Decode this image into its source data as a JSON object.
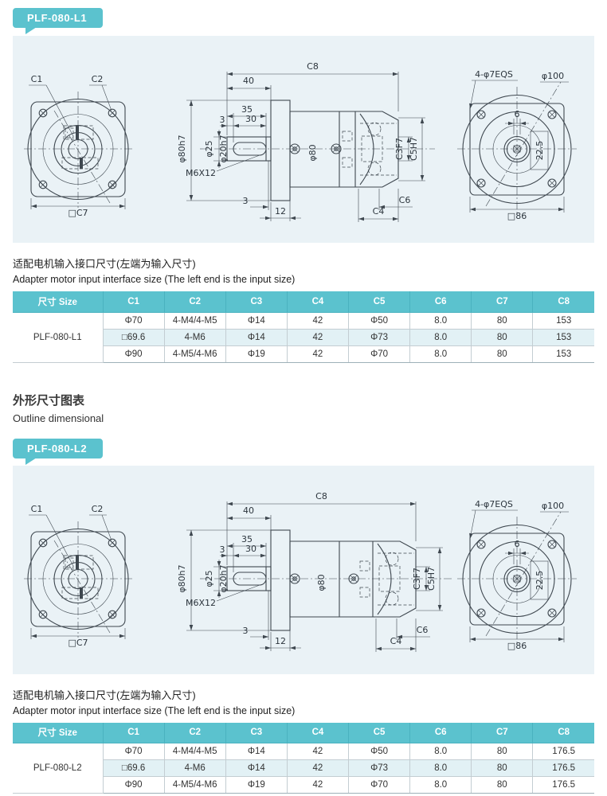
{
  "colors": {
    "teal": "#5bc2ce",
    "panel_bg": "#eaf2f6",
    "row_alt": "#e2f1f5",
    "line": "#3e474f"
  },
  "heading": {
    "zh": "外形尺寸图表",
    "en": "Outline dimensional"
  },
  "note": {
    "zh": "适配电机输入接口尺寸(左端为输入尺寸)",
    "en": "Adapter motor input interface size (The left end is the input size)"
  },
  "drawing_labels": {
    "c1": "C1",
    "c2": "C2",
    "c7": "□C7",
    "c8": "C8",
    "d40": "40",
    "d35": "35",
    "d30": "30",
    "d3": "3",
    "d12": "12",
    "phi80h7": "φ80h7",
    "phi25": "φ25",
    "phi20h7": "φ20h7",
    "m6x12": "M6X12",
    "phi80": "φ80",
    "c3f7": "C3F7",
    "c5h7": "C5H7",
    "c4": "C4",
    "c6": "C6",
    "eqs": "4-φ7EQS",
    "phi100": "φ100",
    "d6": "6",
    "d225": "22.5",
    "sq86": "□86"
  },
  "sections": [
    {
      "badge": "PLF-080-L1",
      "table": {
        "headers": [
          "尺寸 Size",
          "C1",
          "C2",
          "C3",
          "C4",
          "C5",
          "C6",
          "C7",
          "C8"
        ],
        "row_label": "PLF-080-L1",
        "rows": [
          [
            "Φ70",
            "4-M4/4-M5",
            "Φ14",
            "42",
            "Φ50",
            "8.0",
            "80",
            "153"
          ],
          [
            "□69.6",
            "4-M6",
            "Φ14",
            "42",
            "Φ73",
            "8.0",
            "80",
            "153"
          ],
          [
            "Φ90",
            "4-M5/4-M6",
            "Φ19",
            "42",
            "Φ70",
            "8.0",
            "80",
            "153"
          ]
        ]
      }
    },
    {
      "badge": "PLF-080-L2",
      "table": {
        "headers": [
          "尺寸 Size",
          "C1",
          "C2",
          "C3",
          "C4",
          "C5",
          "C6",
          "C7",
          "C8"
        ],
        "row_label": "PLF-080-L2",
        "rows": [
          [
            "Φ70",
            "4-M4/4-M5",
            "Φ14",
            "42",
            "Φ50",
            "8.0",
            "80",
            "176.5"
          ],
          [
            "□69.6",
            "4-M6",
            "Φ14",
            "42",
            "Φ73",
            "8.0",
            "80",
            "176.5"
          ],
          [
            "Φ90",
            "4-M5/4-M6",
            "Φ19",
            "42",
            "Φ70",
            "8.0",
            "80",
            "176.5"
          ]
        ]
      }
    }
  ]
}
